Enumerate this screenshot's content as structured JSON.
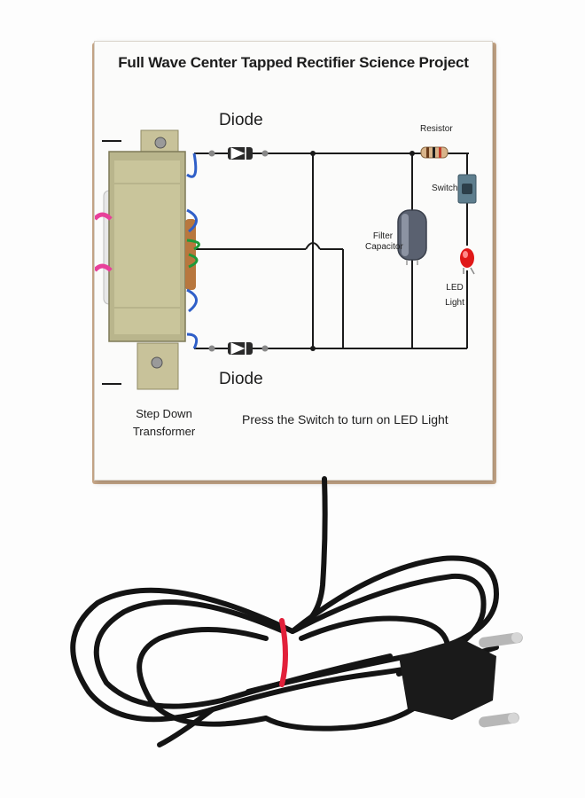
{
  "board": {
    "title": "Full Wave Center Tapped Rectifier Science Project",
    "diode_top_label": "Diode",
    "diode_bottom_label": "Diode",
    "resistor_label": "Resistor",
    "switch_label": "Switch",
    "filter_label_line1": "Filter",
    "filter_label_line2": "Capacitor",
    "led_label_line1": "LED",
    "led_label_line2": "Light",
    "transformer_label_line1": "Step Down",
    "transformer_label_line2": "Transformer",
    "instruction": "Press the Switch to turn on LED Light"
  },
  "colors": {
    "wire": "#1a1a1a",
    "transformer_body": "#b9b58c",
    "wire_blue": "#2f5fc8",
    "wire_green": "#1e9a3a",
    "wire_pink": "#e8409a",
    "led": "#e01818",
    "capacitor": "#5a6170",
    "cord": "#141414",
    "cable_tie": "#e2203a"
  }
}
